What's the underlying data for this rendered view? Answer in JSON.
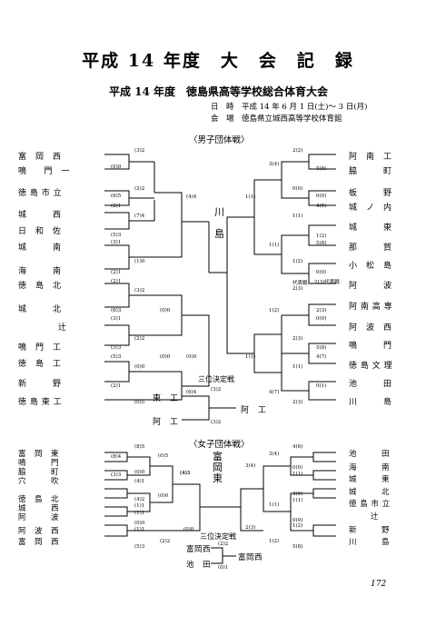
{
  "title": "平成 14 年度　大　会　記　録",
  "subtitle": "平成 14 年度　徳島県高等学校総合体育大会",
  "info": {
    "date": "日　時　平成 14 年 6 月 1 日(土)～ 3 日(月)",
    "venue": "会　場　徳島県立城西高等学校体育館"
  },
  "men": {
    "heading": "〈男子団体戦〉",
    "left_teams": [
      "富　岡　西",
      "鳴　　門　一",
      "徳 島 市 立",
      "城　　　西",
      "日　和　佐",
      "城　　　南",
      "海　　　南",
      "徳　島　北",
      "城　　　北",
      "辻",
      "鳴　門　工",
      "徳　島　工",
      "新　　　野",
      "徳 島 東 工"
    ],
    "right_teams": [
      "阿　南　工",
      "脇　　　町",
      "板　　　野",
      "城　ノ　内",
      "城　　　東",
      "那　　　賀",
      "小　松　島",
      "阿　　　波",
      "阿 南 高 専",
      "阿　波　西",
      "鳴　　　門",
      "徳 島 文 理",
      "池　　　田",
      "川　　　島"
    ],
    "left_scores": [
      "(3)2",
      "(0)0",
      "(2)2",
      "(6)5",
      "(2)1",
      "(7)4",
      "(5)3",
      "(3)1",
      "(1)0",
      "(2)1",
      "(2)1",
      "(3)2",
      "(6)3",
      "(3)1",
      "(0)0",
      "(2)2",
      "(5)3",
      "(5)3",
      "(0)0",
      "(2)1",
      "(0)0",
      "(0)0",
      "(6)4",
      "(4)4",
      "(0)5"
    ],
    "right_scores": [
      "2(2)",
      "3(4)",
      "5(8)",
      "0(0)",
      "0(0)",
      "4(5)",
      "1(1)",
      "1(2)",
      "5(8)",
      "1(1)",
      "1(2)",
      "0(0)",
      "代表戦",
      "2(3)",
      "2(3)代表戦",
      "1(2)",
      "2(3)",
      "0(0)",
      "5(8)",
      "2(3)",
      "1(1)",
      "4(7)",
      "1(1)",
      "0(1)",
      "4(7)",
      "2(3)",
      "1(1)"
    ],
    "winner": "川\n\n島",
    "third": {
      "heading": "三位決定戦",
      "team_a": "東　工",
      "team_b": "阿　工",
      "winner": "阿　工",
      "score_a": "(3)2",
      "score_b": "(3)2"
    }
  },
  "women": {
    "heading": "〈女子団体戦〉",
    "left_teams": [
      "富　岡　東",
      "鳴　　　門",
      "脇　　　町",
      "穴　　　吹",
      "徳　島　北",
      "城　　　西",
      "阿　　　波",
      "阿　波　西",
      "富　岡　西"
    ],
    "right_teams": [
      "池　　　田",
      "海　　　南",
      "城　　　東",
      "城　　　北",
      "徳 島 市 立",
      "辻",
      "新　　　野",
      "川　　　島"
    ],
    "left_scores": [
      "(8)5",
      "(8)4",
      "(0)5",
      "(3)3",
      "(0)0",
      "(4)1",
      "(4)3",
      "(4)2",
      "(1)1",
      "(0)0",
      "(1)1",
      "(0)0",
      "(1)1",
      "(0)0",
      "(5)3",
      "(2)2",
      "(4)3"
    ],
    "right_scores": [
      "4(6)",
      "3(4)",
      "0(0)",
      "1(1)",
      "3(4)",
      "3(6)",
      "1(1)",
      "0(0)",
      "1(2)",
      "1(1)",
      "2(3)",
      "1(2)",
      "5(8)"
    ],
    "winner": "富\n岡\n東",
    "third": {
      "heading": "三位決定戦",
      "team_a": "富岡西",
      "team_b": "池　田",
      "winner": "富岡西",
      "score_a": "(2)2",
      "score_b": "(0)1"
    }
  },
  "page_number": "172"
}
